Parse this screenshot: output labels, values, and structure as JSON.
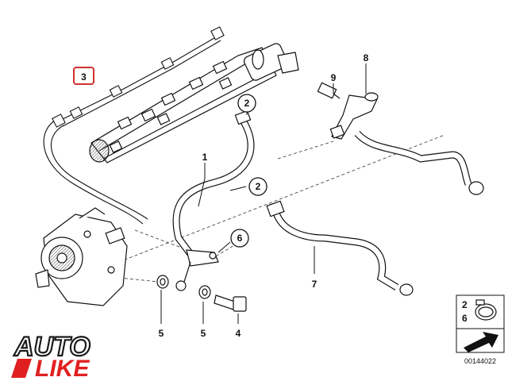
{
  "callouts": {
    "hose3": "3",
    "rail2": "2",
    "mid2": "2",
    "hose1": "1",
    "hose6": "6",
    "hose7": "7",
    "hose8": "8",
    "valve9": "9",
    "washer5a": "5",
    "washer5b": "5",
    "bolt4": "4"
  },
  "legend": {
    "n2": "2",
    "n6": "6"
  },
  "part_number": "00144022",
  "logo": {
    "line1": "AUTO",
    "line2": "LIKE"
  },
  "colors": {
    "line": "#111111",
    "highlight": "#d0312d",
    "logo_red": "#e02020",
    "logo_dark": "#1a1a1a"
  }
}
